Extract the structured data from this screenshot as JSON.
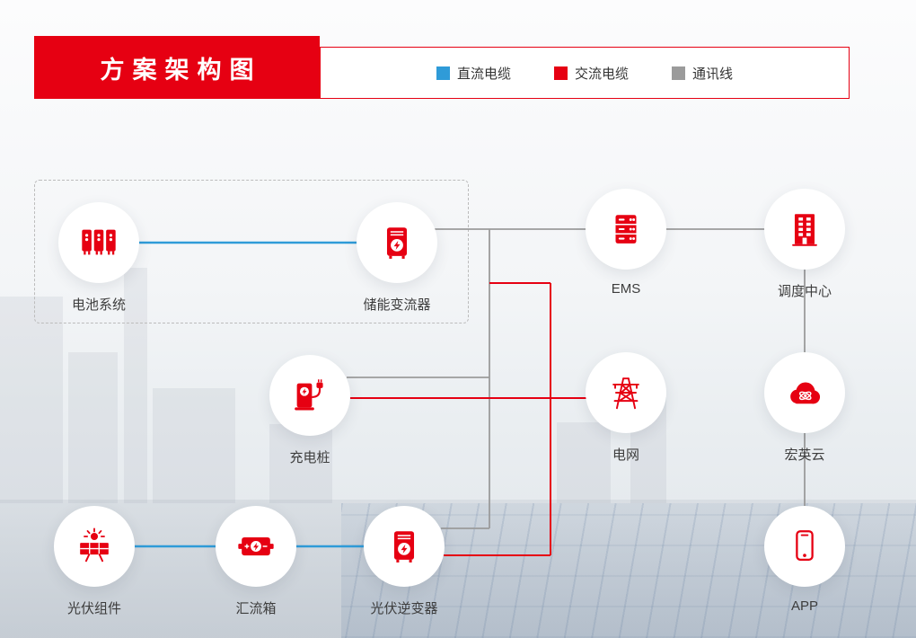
{
  "header": {
    "title": "方案架构图"
  },
  "legend": {
    "items": [
      {
        "label": "直流电缆",
        "color": "#2f9bd8",
        "type": "dc"
      },
      {
        "label": "交流电缆",
        "color": "#e60012",
        "type": "ac"
      },
      {
        "label": "通讯线",
        "color": "#9b9b9b",
        "type": "comm"
      }
    ]
  },
  "nodes": [
    {
      "id": "battery",
      "label": "电池系统",
      "icon": "battery-cabinet-icon"
    },
    {
      "id": "pcs",
      "label": "储能变流器",
      "icon": "storage-converter-icon"
    },
    {
      "id": "ems",
      "label": "EMS",
      "icon": "ems-server-icon"
    },
    {
      "id": "dispatch",
      "label": "调度中心",
      "icon": "dispatch-building-icon"
    },
    {
      "id": "charger",
      "label": "充电桩",
      "icon": "ev-charger-icon"
    },
    {
      "id": "grid",
      "label": "电网",
      "icon": "power-grid-tower-icon"
    },
    {
      "id": "cloud",
      "label": "宏英云",
      "icon": "cloud-platform-icon"
    },
    {
      "id": "pv",
      "label": "光伏组件",
      "icon": "solar-panel-icon"
    },
    {
      "id": "combiner",
      "label": "汇流箱",
      "icon": "combiner-box-icon"
    },
    {
      "id": "inverter",
      "label": "光伏逆变器",
      "icon": "pv-inverter-icon"
    },
    {
      "id": "app",
      "label": "APP",
      "icon": "mobile-app-icon"
    }
  ],
  "line_types": {
    "dc": "#2f9bd8",
    "ac": "#e60012",
    "comm": "#9b9b9b"
  }
}
